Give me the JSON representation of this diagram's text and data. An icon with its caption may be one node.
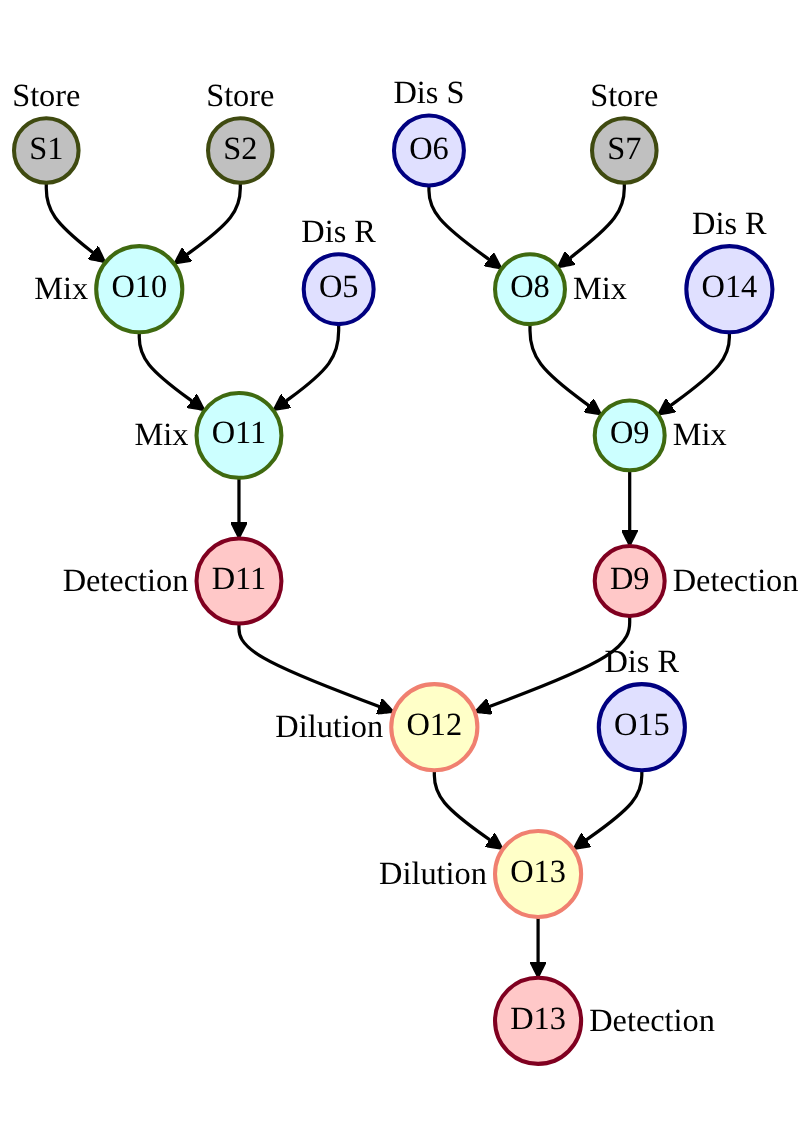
{
  "diagram": {
    "nodes": [
      {
        "text": [
          "S1"
        ],
        "beside": [
          "Store"
        ]
      },
      {
        "text": [
          "S2"
        ],
        "beside": [
          "Store"
        ]
      },
      {
        "text": [
          "O6"
        ],
        "beside": [
          "Dis S"
        ]
      },
      {
        "text": [
          "S7"
        ],
        "beside": [
          "Store"
        ]
      },
      {
        "text": [
          "O10"
        ],
        "beside": [
          "Mix"
        ]
      },
      {
        "text": [
          "O5"
        ],
        "beside": [
          "Dis R"
        ]
      },
      {
        "text": [
          "O8"
        ],
        "beside": [
          "Mix"
        ]
      },
      {
        "text": [
          "O14"
        ],
        "beside": [
          "Dis R"
        ]
      },
      {
        "text": [
          "O11"
        ],
        "beside": [
          "Mix"
        ]
      },
      {
        "text": [
          "O9"
        ],
        "beside": [
          "Mix"
        ]
      },
      {
        "text": [
          "D11"
        ],
        "beside": [
          "Detection"
        ]
      },
      {
        "text": [
          "D9"
        ],
        "beside": [
          "Detection"
        ]
      },
      {
        "text": [
          "O12"
        ],
        "beside": [
          "Dilution"
        ]
      },
      {
        "text": [
          "O15"
        ],
        "beside": [
          "Dis R"
        ]
      },
      {
        "text": [
          "O13"
        ],
        "beside": [
          "Dilution"
        ]
      },
      {
        "text": [
          "D13"
        ],
        "beside": [
          "Detection"
        ]
      }
    ],
    "edges": [
      {
        "from": 0,
        "to": 4,
        "arrow": "to"
      },
      {
        "from": 1,
        "to": 4,
        "arrow": "to"
      },
      {
        "from": 2,
        "to": 6,
        "arrow": "to"
      },
      {
        "from": 3,
        "to": 6,
        "arrow": "to"
      },
      {
        "from": 4,
        "to": 8,
        "arrow": "to"
      },
      {
        "from": 5,
        "to": 8,
        "arrow": "to"
      },
      {
        "from": 6,
        "to": 9,
        "arrow": "to"
      },
      {
        "from": 7,
        "to": 9,
        "arrow": "to"
      },
      {
        "from": 8,
        "to": 10,
        "arrow": "to"
      },
      {
        "from": 9,
        "to": 11,
        "arrow": "to"
      },
      {
        "from": 10,
        "to": 12,
        "arrow": "to"
      },
      {
        "from": 11,
        "to": 12,
        "arrow": "to"
      },
      {
        "from": 12,
        "to": 14,
        "arrow": "to"
      },
      {
        "from": 13,
        "to": 14,
        "arrow": "to"
      },
      {
        "from": 14,
        "to": 15,
        "arrow": "to"
      }
    ]
  }
}
